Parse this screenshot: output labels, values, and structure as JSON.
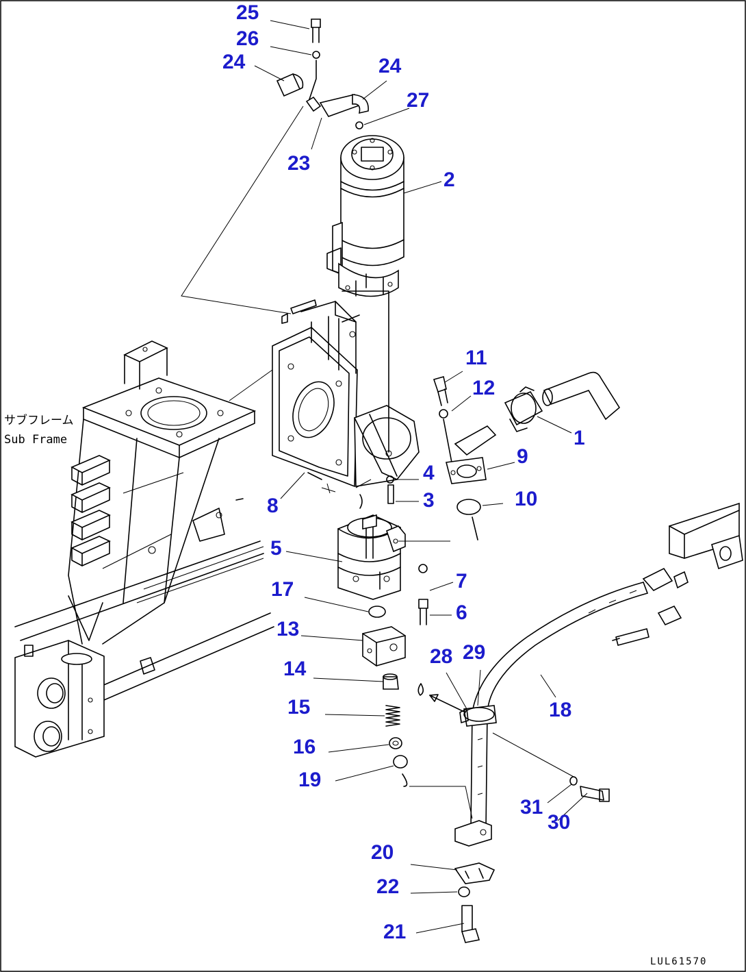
{
  "frame_label_jp": "サブフレーム",
  "frame_label_en": "Sub Frame",
  "drawing_code": "LUL61570",
  "callouts": [
    "25",
    "26",
    "24",
    "24",
    "27",
    "23",
    "2",
    "11",
    "12",
    "1",
    "9",
    "4",
    "8",
    "3",
    "10",
    "5",
    "7",
    "17",
    "6",
    "13",
    "14",
    "28",
    "29",
    "15",
    "18",
    "16",
    "19",
    "31",
    "30",
    "20",
    "22",
    "21"
  ]
}
